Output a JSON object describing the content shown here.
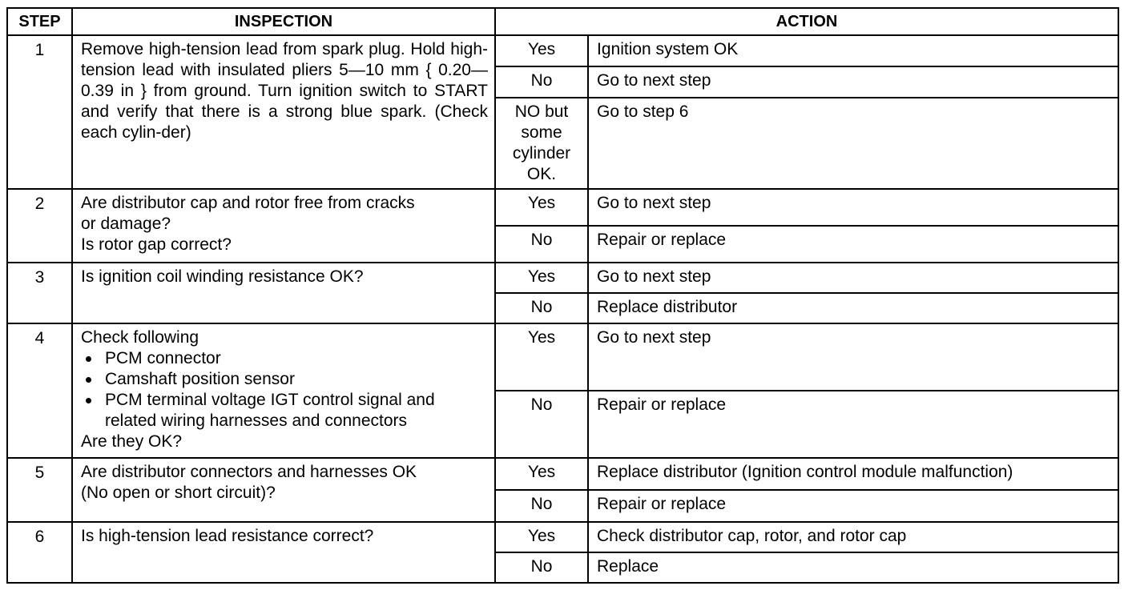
{
  "headers": {
    "step": "STEP",
    "inspection": "INSPECTION",
    "action": "ACTION"
  },
  "steps": [
    {
      "step": "1",
      "inspection": "Remove high-tension lead from spark plug. Hold high-tension lead with insulated pliers 5—10 mm { 0.20—0.39 in } from ground. Turn ignition switch to START and verify that there is a strong blue spark. (Check each cylin-der)",
      "outcomes": [
        {
          "answer": "Yes",
          "action": "Ignition system OK"
        },
        {
          "answer": "No",
          "action": "Go to next step"
        },
        {
          "answer_lines": [
            "NO but",
            "some",
            "cylinder",
            "OK."
          ],
          "action": "Go to step 6"
        }
      ]
    },
    {
      "step": "2",
      "inspection_lines": [
        "Are distributor cap and rotor free from cracks",
        "or damage?",
        "Is rotor gap correct?"
      ],
      "outcomes": [
        {
          "answer": "Yes",
          "action": "Go to next step"
        },
        {
          "answer": "No",
          "action": "Repair or replace"
        }
      ]
    },
    {
      "step": "3",
      "inspection": "Is ignition coil winding resistance OK?",
      "outcomes": [
        {
          "answer": "Yes",
          "action": "Go to next step"
        },
        {
          "answer": "No",
          "action": "Replace distributor"
        }
      ]
    },
    {
      "step": "4",
      "inspection_intro": "Check following",
      "bullets": [
        "PCM connector",
        "Camshaft position sensor",
        "PCM terminal voltage IGT control signal and related wiring harnesses and connectors"
      ],
      "inspection_outro": "Are they OK?",
      "outcomes": [
        {
          "answer": "Yes",
          "action": "Go to next step"
        },
        {
          "answer": "No",
          "action": "Repair or replace"
        }
      ]
    },
    {
      "step": "5",
      "inspection_lines": [
        "Are distributor connectors and harnesses OK",
        "(No open or short circuit)?"
      ],
      "outcomes": [
        {
          "answer": "Yes",
          "action": "Replace distributor (Ignition control module malfunction)"
        },
        {
          "answer": "No",
          "action": "Repair or replace"
        }
      ]
    },
    {
      "step": "6",
      "inspection": "Is high-tension lead resistance correct?",
      "outcomes": [
        {
          "answer": "Yes",
          "action": "Check distributor cap, rotor, and rotor cap"
        },
        {
          "answer": "No",
          "action": "Replace"
        }
      ]
    }
  ]
}
